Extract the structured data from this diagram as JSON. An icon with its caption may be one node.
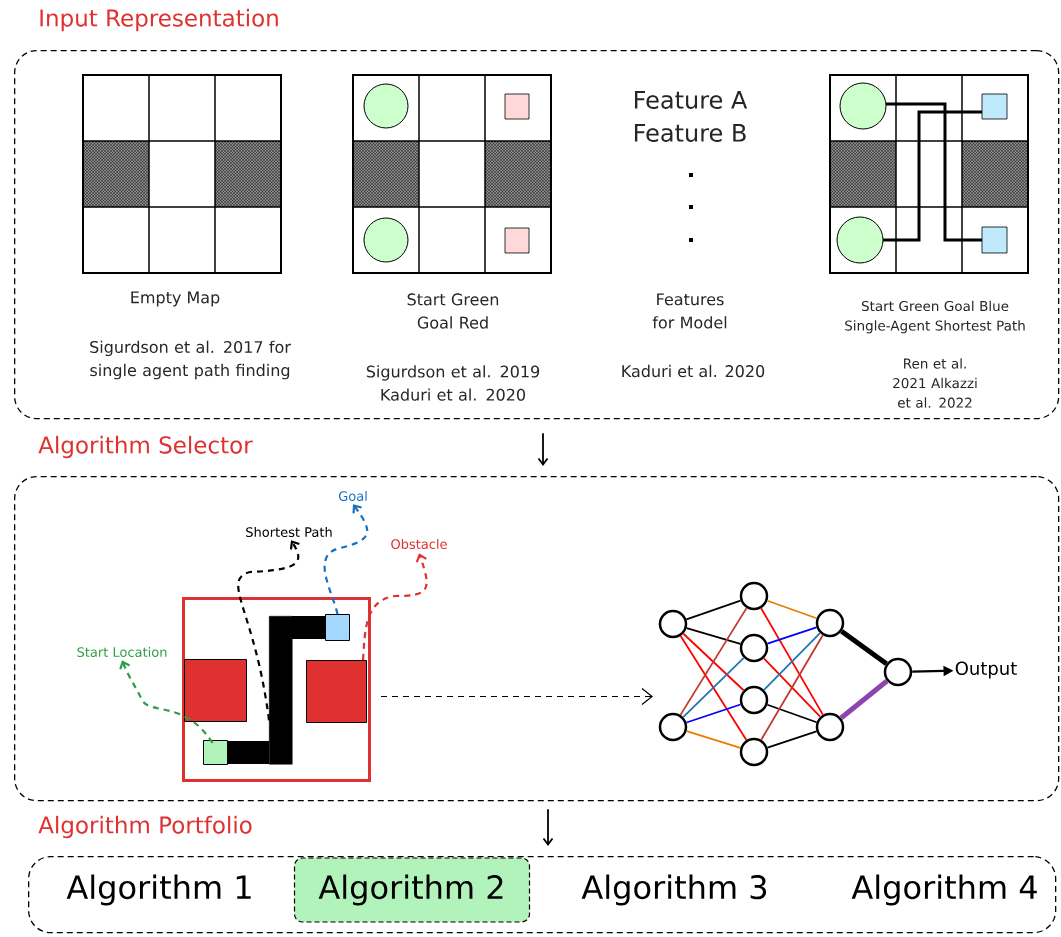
{
  "diagram": {
    "nodes": [
      {
        "text": [
          "Input Representation"
        ]
      },
      {
        "text": [
          "Algorithm Selector"
        ]
      },
      {
        "text": [
          "Algorithm Portfolio"
        ]
      },
      {
        "text": [
          "Algorithm 1"
        ],
        "in": 2
      },
      {
        "text": [
          "Algorithm 2"
        ],
        "in": 2
      },
      {
        "text": [
          "Algorithm 3"
        ],
        "in": 2
      },
      {
        "text": [
          "Algorithm 4"
        ],
        "in": 2
      },
      {
        "text": [],
        "shape": "box",
        "in": 1
      },
      {
        "text": [],
        "shape": "box",
        "in": 7
      },
      {
        "text": [],
        "shape": "box",
        "in": 7
      },
      {
        "text": [],
        "shape": "box",
        "in": 7
      },
      {
        "text": [],
        "shape": "box",
        "in": 7
      },
      {
        "text": [],
        "shape": "bar",
        "in": 7
      },
      {
        "text": [
          "Start Location"
        ],
        "in": 1
      },
      {
        "text": [
          "Goal"
        ],
        "in": 1
      },
      {
        "text": [
          "Shortest Path"
        ],
        "in": 1
      },
      {
        "text": [
          "Obstacle"
        ],
        "in": 1
      },
      {
        "text": [],
        "shape": "circle",
        "in": 1
      },
      {
        "text": [],
        "shape": "circle",
        "in": 1
      },
      {
        "text": [],
        "shape": "circle",
        "in": 1
      },
      {
        "text": [],
        "shape": "circle",
        "in": 1
      },
      {
        "text": [],
        "shape": "circle",
        "in": 1
      },
      {
        "text": [],
        "shape": "circle",
        "in": 1
      },
      {
        "text": [],
        "shape": "circle",
        "in": 1
      },
      {
        "text": [],
        "shape": "circle",
        "in": 1
      },
      {
        "text": [],
        "shape": "circle",
        "in": 1
      },
      {
        "text": [
          "Output"
        ],
        "in": 1
      }
    ],
    "edges": [
      {
        "from": 0,
        "to": 1,
        "arrow": "to"
      },
      {
        "from": 1,
        "to": 2,
        "arrow": "to"
      },
      {
        "from": 8,
        "to": 13,
        "arrow": "to",
        "style": "dashed",
        "color": "#2f9e44"
      },
      {
        "from": 9,
        "to": 14,
        "arrow": "to",
        "style": "dashed",
        "color": "#1971c2"
      },
      {
        "from": 12,
        "to": 15,
        "arrow": "to",
        "style": "dashed"
      },
      {
        "from": 11,
        "to": 16,
        "arrow": "to",
        "style": "dashed",
        "color": "#e03131"
      },
      {
        "from": 7,
        "to": null,
        "arrow": "to",
        "style": "dashed"
      },
      {
        "from": 17,
        "to": 19,
        "arrow": "none"
      },
      {
        "from": 17,
        "to": 20,
        "arrow": "none"
      },
      {
        "from": 17,
        "to": 21,
        "arrow": "none",
        "color": "#ff0000"
      },
      {
        "from": 17,
        "to": 22,
        "arrow": "none",
        "color": "#ff0000"
      },
      {
        "from": 18,
        "to": 19,
        "arrow": "none",
        "color": "#c0392b"
      },
      {
        "from": 18,
        "to": 20,
        "arrow": "none",
        "color": "#1f77b4"
      },
      {
        "from": 18,
        "to": 21,
        "arrow": "none",
        "color": "#0000ff"
      },
      {
        "from": 18,
        "to": 22,
        "arrow": "none",
        "color": "#e67e00"
      },
      {
        "from": 19,
        "to": 23,
        "arrow": "none",
        "color": "#e67e00"
      },
      {
        "from": 19,
        "to": 24,
        "arrow": "none",
        "color": "#ff0000"
      },
      {
        "from": 20,
        "to": 23,
        "arrow": "none",
        "color": "#0000ff"
      },
      {
        "from": 20,
        "to": 24,
        "arrow": "none",
        "color": "#ff0000"
      },
      {
        "from": 21,
        "to": 23,
        "arrow": "none",
        "color": "#1f77b4"
      },
      {
        "from": 21,
        "to": 24,
        "arrow": "none"
      },
      {
        "from": 22,
        "to": 23,
        "arrow": "none",
        "color": "#c0392b"
      },
      {
        "from": 22,
        "to": 24,
        "arrow": "none"
      },
      {
        "from": 23,
        "to": 25,
        "arrow": "none",
        "style": "thick"
      },
      {
        "from": 24,
        "to": 25,
        "arrow": "none",
        "style": "thick",
        "color": "#8e44ad"
      },
      {
        "from": 25,
        "to": 26,
        "arrow": "to"
      }
    ],
    "labels": [
      "Empty Map",
      "Sigurdson et al. 2017 for single agent path finding",
      "Start Green Goal Red",
      "Sigurdson et al. 2019 Kaduri et al. 2020",
      "Feature A",
      "Feature B",
      "Features for Model",
      "Kaduri et al. 2020",
      "Start Green Goal Blue Single-Agent Shortest Path",
      "Ren et al. 2021 Alkazzi et al. 2022"
    ]
  }
}
